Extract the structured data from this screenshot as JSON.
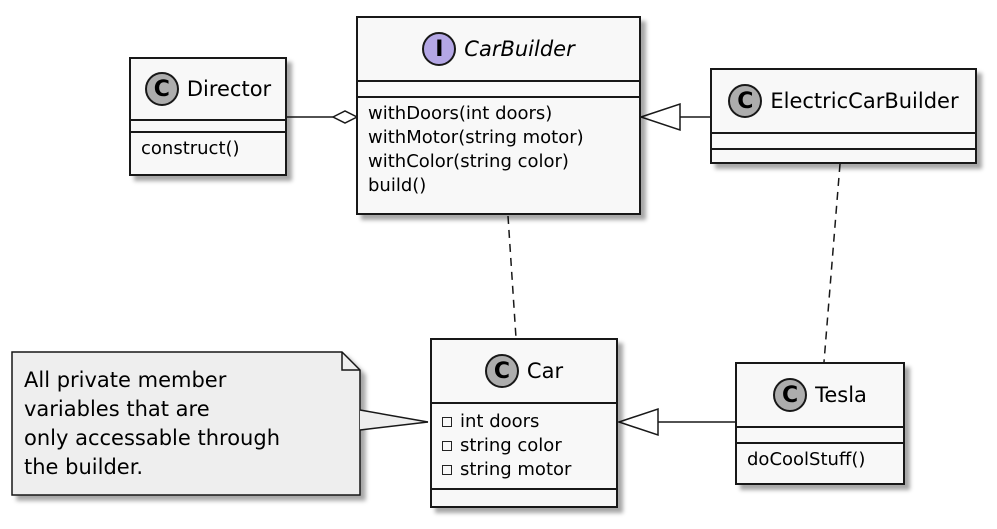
{
  "diagram": {
    "director": {
      "name": "Director",
      "methods": [
        "construct()"
      ]
    },
    "carbuilder": {
      "name": "CarBuilder",
      "methods": [
        "withDoors(int doors)",
        "withMotor(string motor)",
        "withColor(string color)",
        "build()"
      ]
    },
    "electric": {
      "name": "ElectricCarBuilder"
    },
    "car": {
      "name": "Car",
      "attributes": [
        "int doors",
        "string color",
        "string motor"
      ]
    },
    "tesla": {
      "name": "Tesla",
      "methods": [
        "doCoolStuff()"
      ]
    },
    "note": {
      "lines": [
        "All private member",
        "variables that are",
        "only accessable through",
        "the builder."
      ]
    },
    "stereotype_letters": {
      "class": "C",
      "interface": "I"
    },
    "colors": {
      "class_fill": "#f8f8f8",
      "class_badge": "#adadad",
      "interface_badge": "#b4a7e5",
      "note_fill": "#eeeeee",
      "border": "#181818"
    }
  }
}
